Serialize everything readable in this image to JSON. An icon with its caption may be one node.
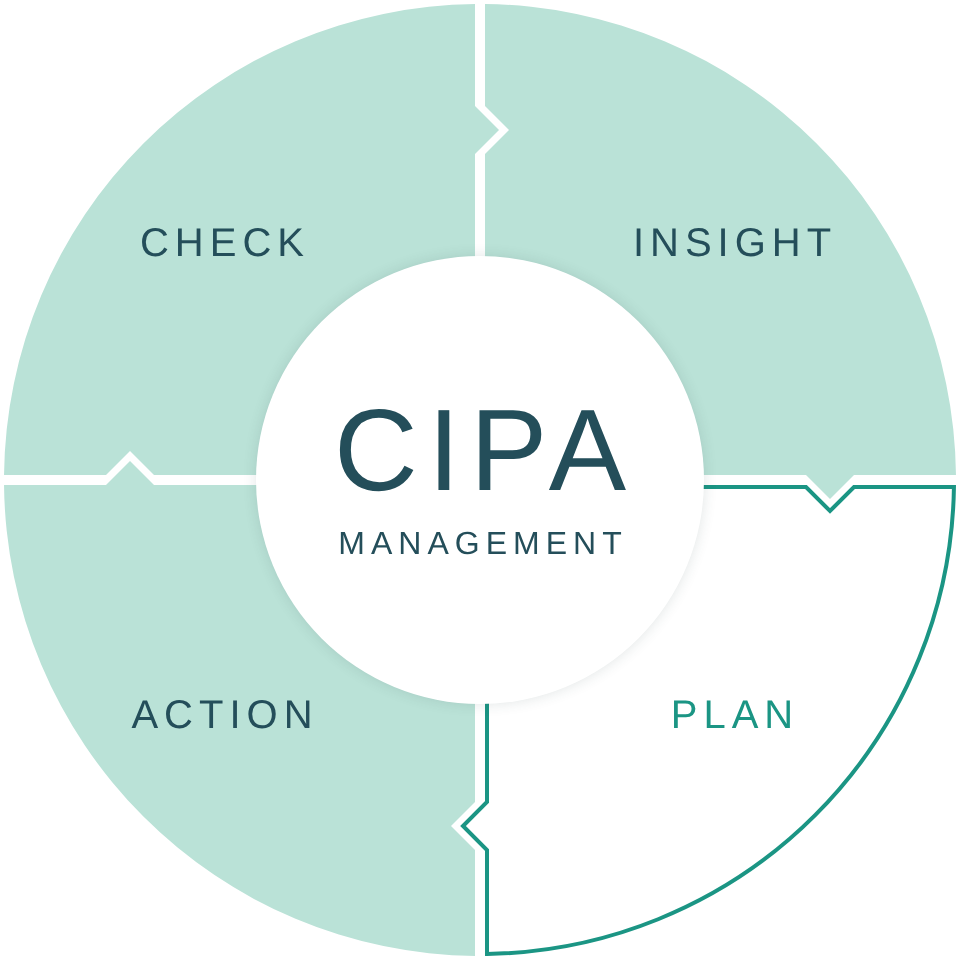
{
  "diagram": {
    "nodes": [
      {
        "text": [
          "CHECK"
        ]
      },
      {
        "text": [
          "INSIGHT"
        ]
      },
      {
        "text": [
          "CIPA",
          "MANAGEMENT"
        ]
      },
      {
        "text": [
          "ACTION"
        ]
      },
      {
        "text": [
          "PLAN"
        ]
      }
    ]
  }
}
